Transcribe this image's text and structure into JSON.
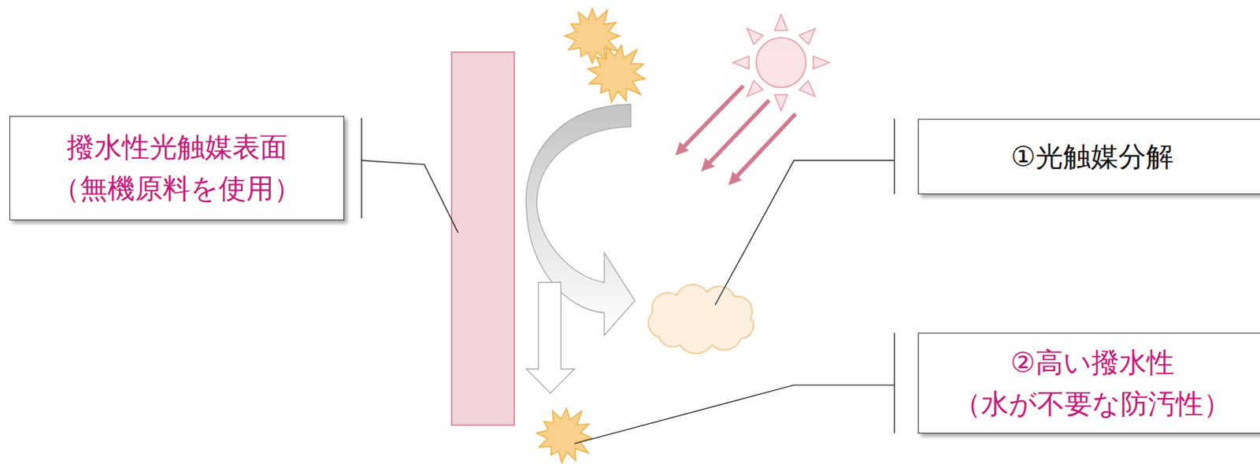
{
  "diagram": {
    "nodes": [
      {
        "text": [
          "撥水性光触媒表面",
          "（無機原料を使用）"
        ]
      },
      {
        "text": [
          "①光触媒分解"
        ]
      },
      {
        "text": [
          "②高い撥水性",
          "（水が不要な防汚性）"
        ]
      }
    ]
  }
}
